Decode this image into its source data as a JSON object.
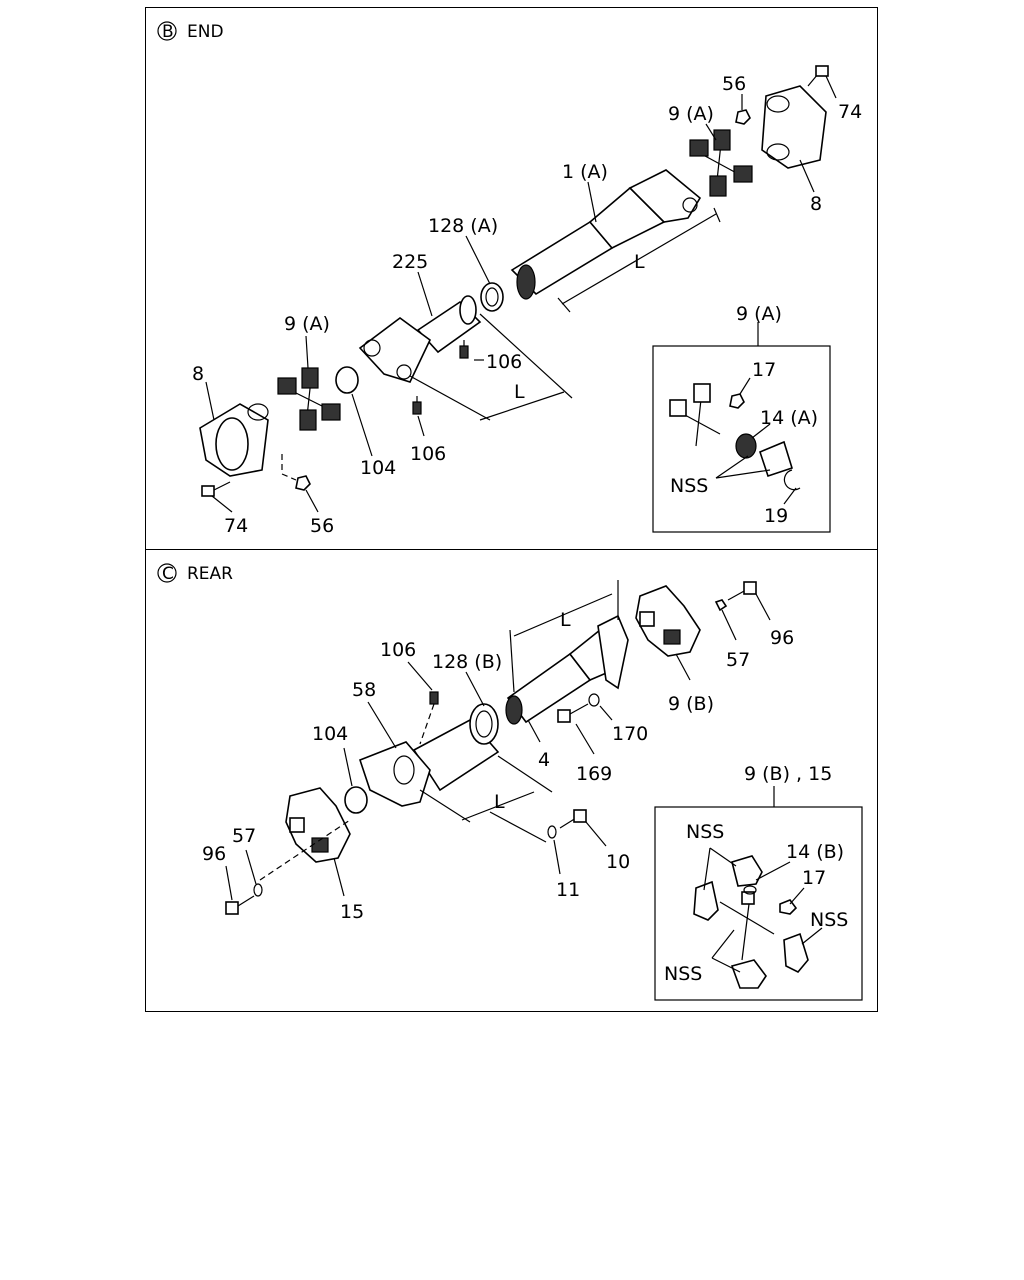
{
  "sections": {
    "end": {
      "badge": "B",
      "title": "END"
    },
    "rear": {
      "badge": "C",
      "title": "REAR"
    }
  },
  "labels": {
    "end": {
      "l56_top": "56",
      "l74_top": "74",
      "l9a_top": "9 (A)",
      "l8_top": "8",
      "l1a": "1 (A)",
      "l128a": "128 (A)",
      "l225": "225",
      "lL1": "L",
      "lL2": "L",
      "l9a_left": "9 (A)",
      "l106a": "106",
      "l106b": "106",
      "l8_left": "8",
      "l104": "104",
      "l74_bot": "74",
      "l56_bot": "56"
    },
    "end_inset": {
      "title": "9 (A)",
      "l17": "17",
      "l14a": "14 (A)",
      "nss": "NSS",
      "l19": "19"
    },
    "rear": {
      "lL1": "L",
      "l96_top": "96",
      "l57_top": "57",
      "l9b": "9 (B)",
      "l106": "106",
      "l128b": "128 (B)",
      "l58": "58",
      "l170": "170",
      "l4": "4",
      "l169": "169",
      "l104": "104",
      "lL2": "L",
      "l57_bot": "57",
      "l96_bot": "96",
      "l15": "15",
      "l11": "11",
      "l10": "10"
    },
    "rear_inset": {
      "title": "9 (B) , 15",
      "nss1": "NSS",
      "l14b": "14 (B)",
      "l17": "17",
      "nss2": "NSS",
      "nss3": "NSS"
    }
  }
}
